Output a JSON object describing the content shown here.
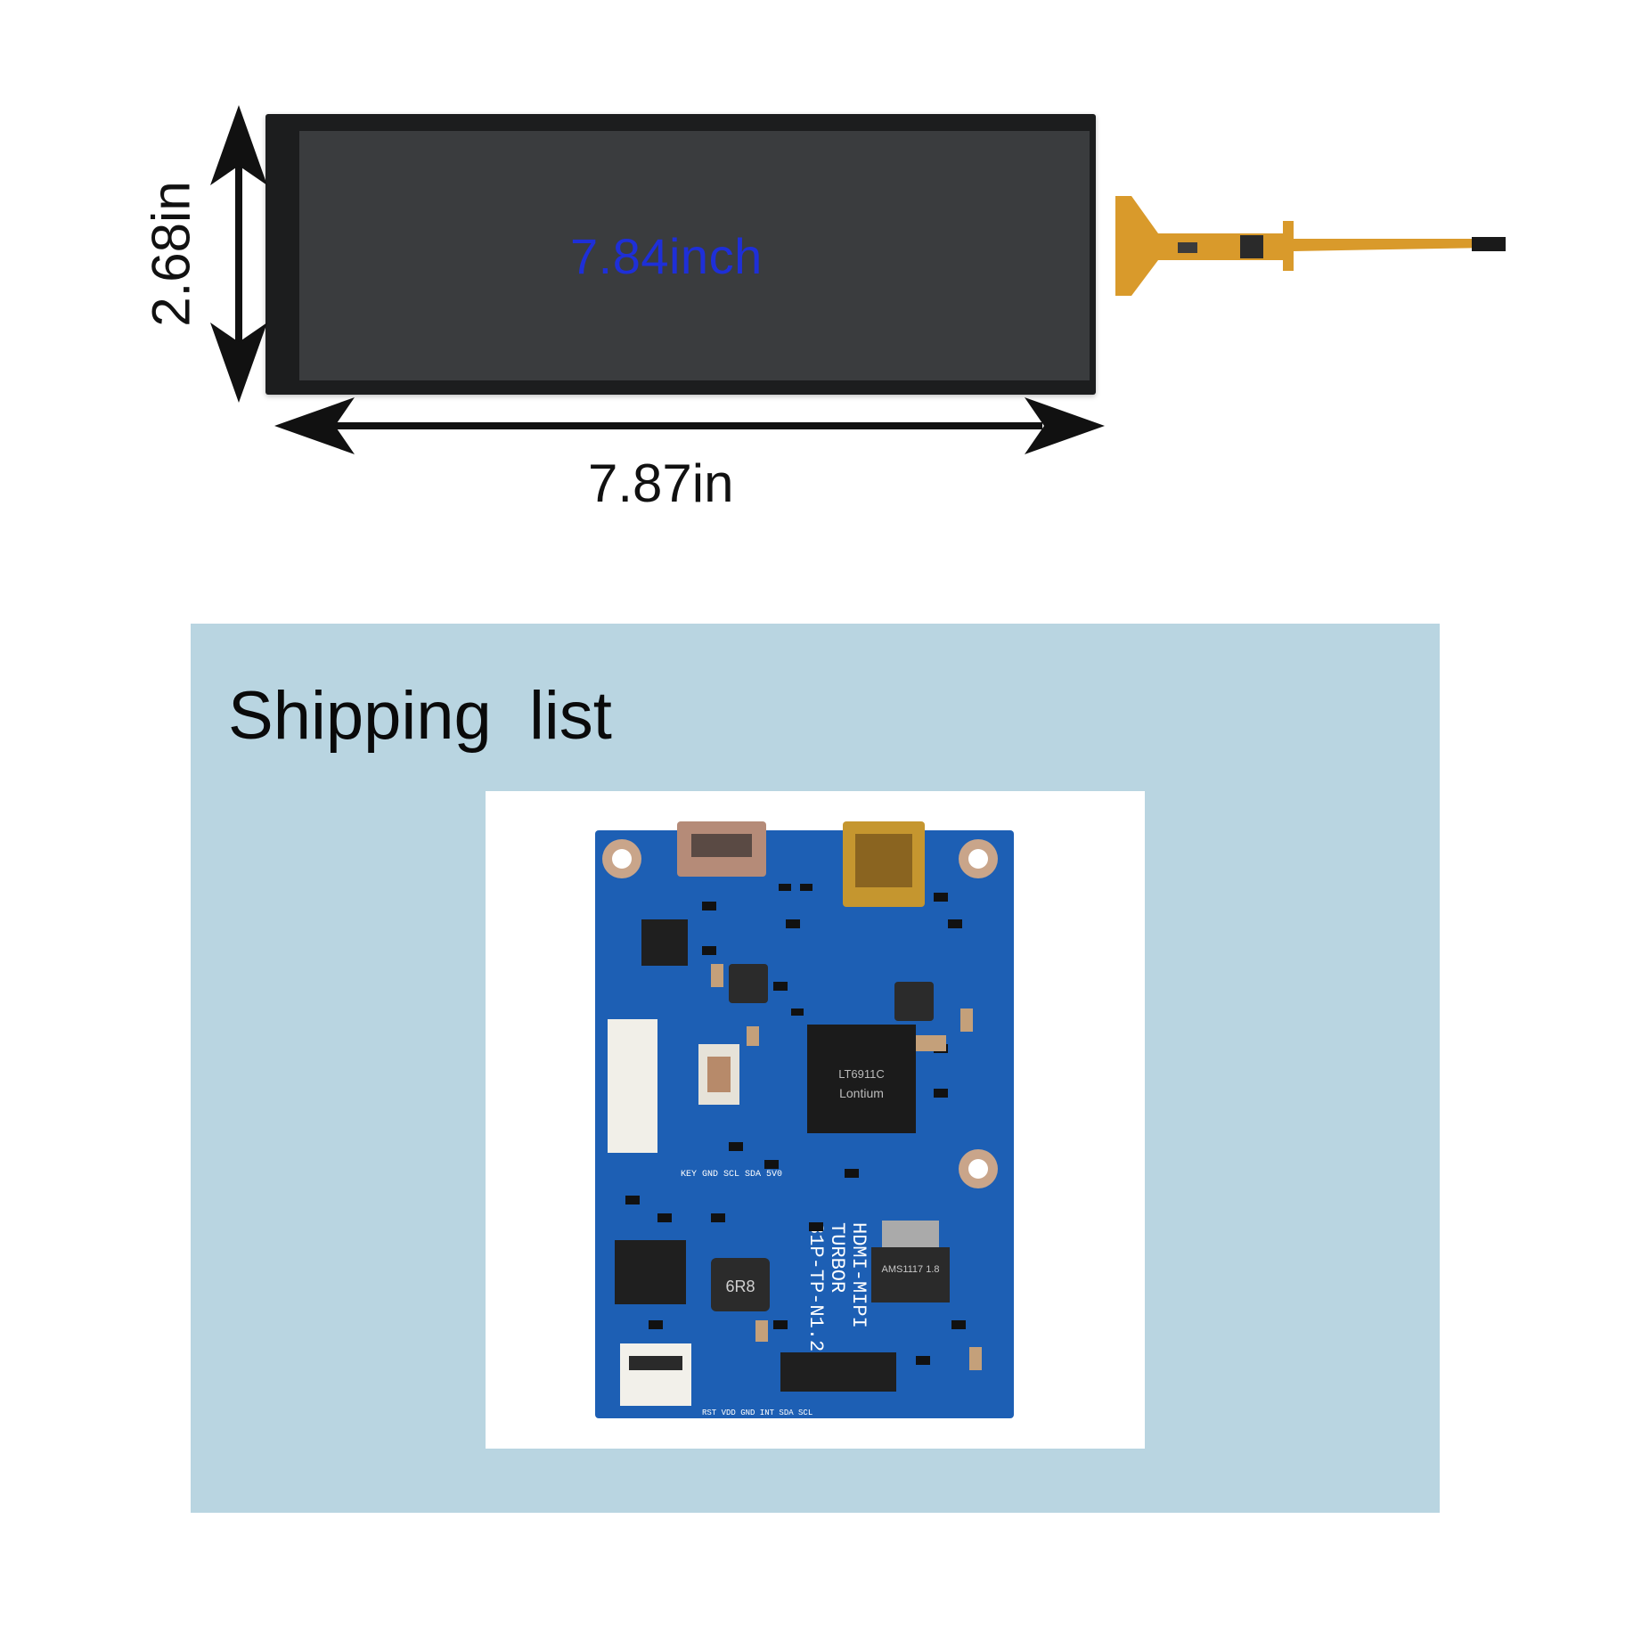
{
  "display": {
    "size_label": "7.84inch",
    "width_label": "7.87in",
    "height_label": "2.68in"
  },
  "shipping": {
    "title": "Shipping  list"
  },
  "board": {
    "name_line1": "HDMI-MIPI",
    "name_line2": "TURBOR",
    "name_line3": "31P-TP-N1.2",
    "header_pins": "KEY GND SCL SDA 5V0",
    "touch_pins": "RST VDD GND INT SDA SCL",
    "chip_brand": "Lontium",
    "chip_model": "LT6911C",
    "inductor_left": "6R8",
    "regulator": "AMS1117 1.8"
  },
  "colors": {
    "pcb": "#1d5fb4",
    "size_label": "#1e2fd8",
    "panel_bg": "#b9d5e1",
    "flex_cable": "#d99a2b"
  }
}
